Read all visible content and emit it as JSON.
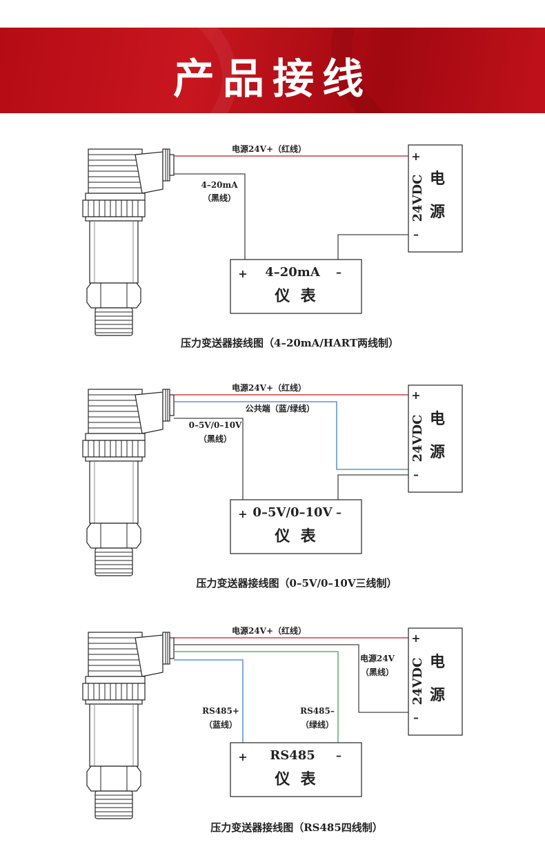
{
  "title": "产品接线",
  "colors": {
    "banner": "#b50b15",
    "red_wire": "#c8161f",
    "blue_wire": "#3a7fc4",
    "green_wire": "#3fa64a",
    "black_wire": "#444444"
  },
  "power_box": {
    "plus": "+",
    "minus": "–",
    "voltage": "24VDC",
    "label_top": "电",
    "label_bottom": "源"
  },
  "diagrams": [
    {
      "wires": {
        "red": "电源24V+（红线）",
        "signal_line1": "4–20mA",
        "signal_line2": "（黑线）"
      },
      "meter": {
        "plus": "+",
        "signal": "4–20mA",
        "minus": "–",
        "name": "仪  表"
      },
      "caption": "压力变送器接线图（4–20mA/HART两线制）"
    },
    {
      "wires": {
        "red": "电源24V+（红线）",
        "common": "公共端（蓝/绿线）",
        "signal_line1": "0–5V/0–10V",
        "signal_line2": "（黑线）"
      },
      "meter": {
        "plus": "+",
        "signal": "0–5V/0–10V",
        "minus": "–",
        "name": "仪  表"
      },
      "caption": "压力变送器接线图（0–5V/0–10V三线制）"
    },
    {
      "wires": {
        "red": "电源24V+（红线）",
        "black_line1": "电源24V",
        "black_line2": "（黑线）",
        "blue_line1": "RS485+",
        "blue_line2": "（蓝线）",
        "green_line1": "RS485–",
        "green_line2": "（绿线）"
      },
      "meter": {
        "plus": "+",
        "signal": "RS485",
        "minus": "–",
        "name": "仪  表"
      },
      "caption": "压力变送器接线图（RS485四线制）"
    }
  ]
}
